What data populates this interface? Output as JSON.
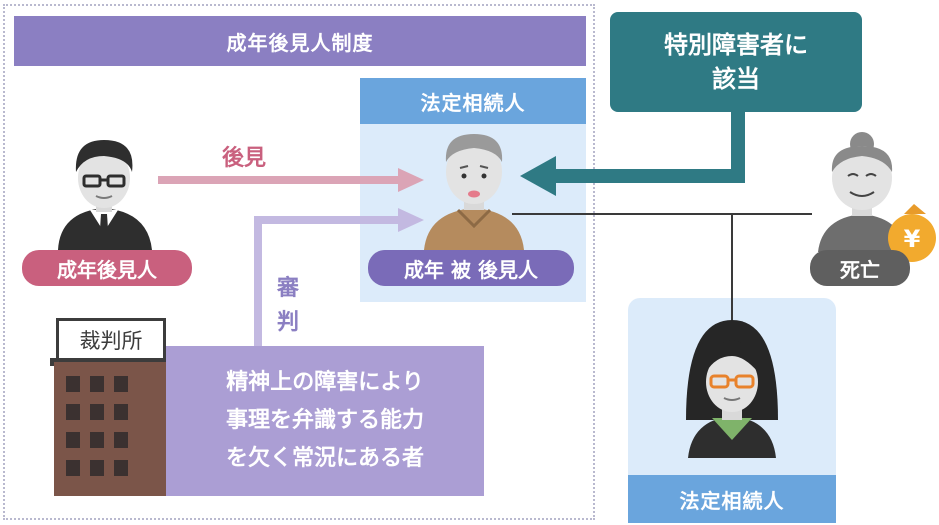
{
  "banner": {
    "title": "成年後見人制度"
  },
  "heir_top": {
    "label": "法定相続人"
  },
  "heir_right": {
    "label": "法定相続人"
  },
  "special_box": {
    "line1": "特別障害者に",
    "line2": "該当"
  },
  "guardian": {
    "label": "成年後見人"
  },
  "ward": {
    "label": "成年 被 後見人"
  },
  "deceased": {
    "label": "死亡"
  },
  "arrows": {
    "guardianship_label": "後見",
    "ruling_line1": "審",
    "ruling_line2": "判"
  },
  "court": {
    "sign": "裁判所"
  },
  "definition": {
    "line1": "精神上の障害により",
    "line2": "事理を弁識する能力",
    "line3": "を欠く常況にある者"
  },
  "money": {
    "symbol": "¥"
  },
  "colors": {
    "purple_banner": "#8b7fc2",
    "blue_header": "#6aa5dd",
    "light_blue_panel": "#dcebfa",
    "teal": "#2f7a84",
    "pink": "#c9607e",
    "lavender_box": "#ab9ed4",
    "court_brown": "#7b5549"
  }
}
